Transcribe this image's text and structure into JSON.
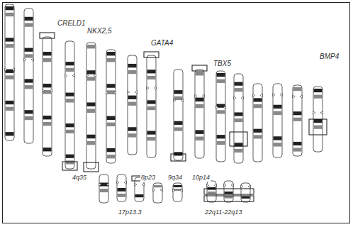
{
  "diagram": {
    "labels": [
      "CRELD1",
      "NKX2,5",
      "GATA4",
      "TBX5",
      "BMP4",
      "4q35",
      "8p23",
      "9q34",
      "10p14",
      "17p13.3",
      "22q11-22q13"
    ]
  }
}
